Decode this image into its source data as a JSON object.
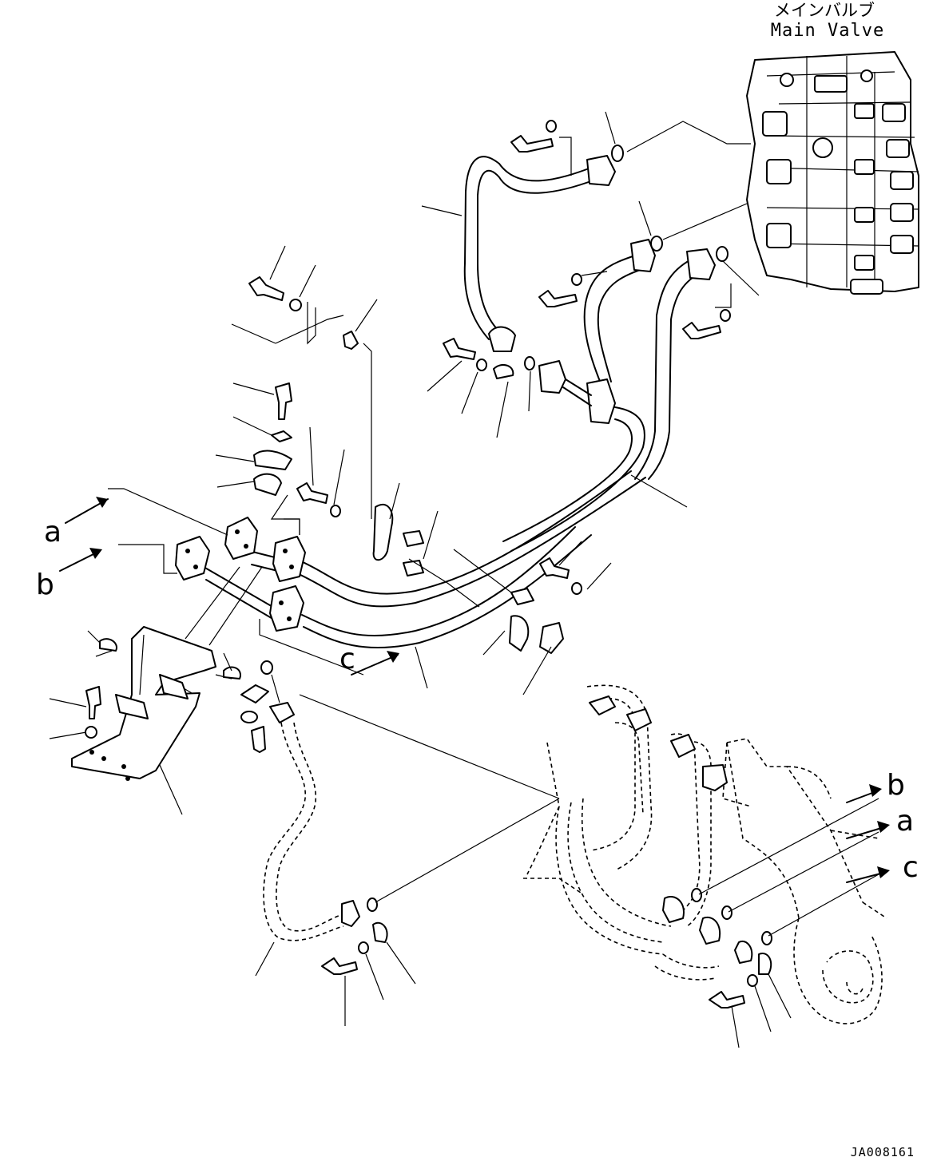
{
  "valve_label": {
    "jp": "メインバルブ",
    "en": "Main Valve"
  },
  "connection_labels": {
    "a": "a",
    "b": "b",
    "c": "c"
  },
  "drawing_code": "JA008161"
}
